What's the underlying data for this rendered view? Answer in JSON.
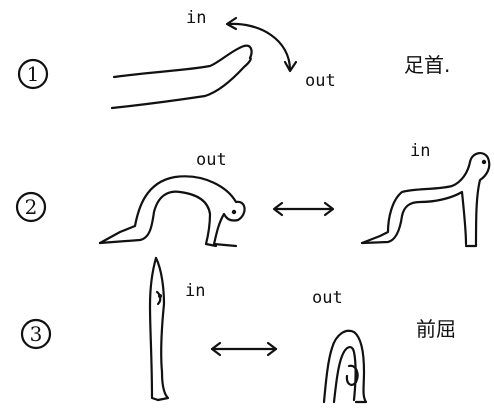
{
  "rows": [
    {
      "number": "1",
      "label_in": "in",
      "label_out": "out",
      "note": "足首."
    },
    {
      "number": "2",
      "label_out": "out",
      "label_in": "in"
    },
    {
      "number": "3",
      "label_in": "in",
      "label_out": "out",
      "note": "前屈"
    }
  ],
  "colors": {
    "ink": "#111111",
    "background": "#ffffff"
  }
}
